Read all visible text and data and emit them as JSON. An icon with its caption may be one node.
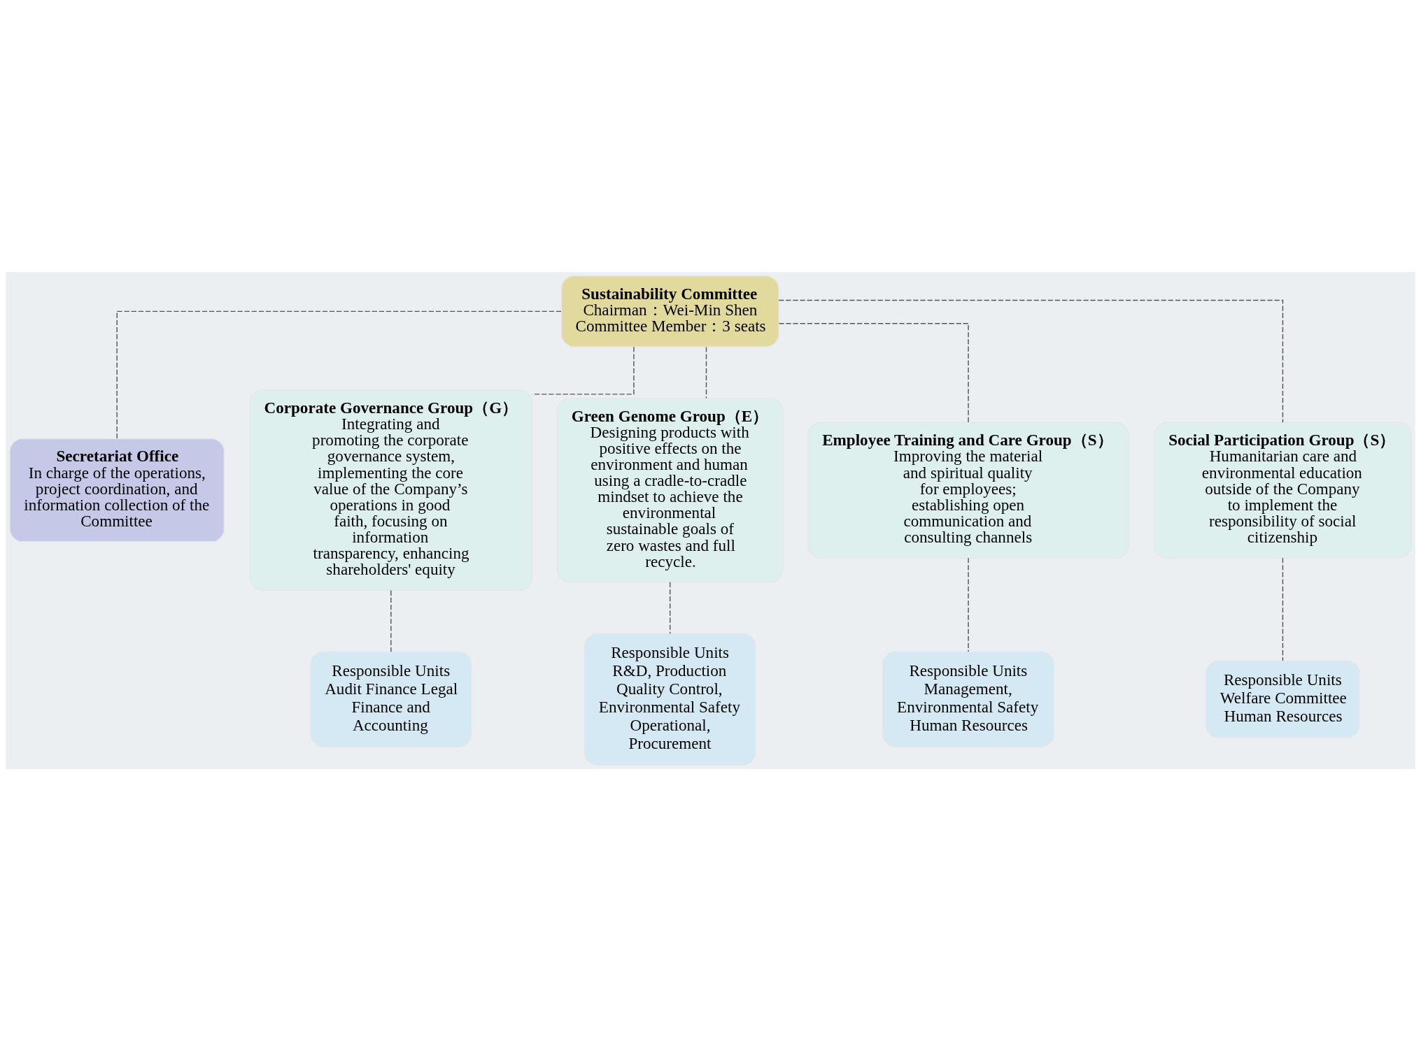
{
  "diagram": {
    "nodes": [
      {
        "text": [
          "Sustainability Committee",
          "Chairman：Wei-Min Shen",
          "Committee Member：3 seats"
        ]
      },
      {
        "text": [
          "Secretariat Office",
          "In charge of the operations, project coordination, and information collection of the Committee"
        ]
      },
      {
        "text": [
          "Corporate Governance Group（G）",
          "Integrating and promoting the corporate governance system, implementing the core value of the Company’s operations in good faith, focusing on information transparency, enhancing shareholders' equity"
        ]
      },
      {
        "text": [
          "Green Genome Group（E）",
          "Designing products with positive effects on the environment and human using a cradle-to-cradle mindset to achieve the environmental sustainable goals of zero wastes and full recycle."
        ]
      },
      {
        "text": [
          "Employee Training and Care Group（S）",
          "Improving the material and spiritual quality for employees; establishing open communication and consulting channels"
        ]
      },
      {
        "text": [
          "Social Participation Group（S）",
          "Humanitarian care and environmental education outside of the Company to implement the responsibility of social citizenship"
        ]
      },
      {
        "text": [
          "Responsible Units",
          "Audit Finance Legal Finance and Accounting"
        ]
      },
      {
        "text": [
          "Responsible Units",
          "R&D, Production Quality Control, Environmental Safety Operational, Procurement"
        ]
      },
      {
        "text": [
          "Responsible Units",
          "Management, Environmental Safety Human Resources"
        ]
      },
      {
        "text": [
          "Responsible Units",
          "Welfare Committee Human Resources"
        ]
      }
    ],
    "edges": [
      {
        "from": 0,
        "to": 1,
        "arrow": "none",
        "style": "dashed"
      },
      {
        "from": 0,
        "to": 2,
        "arrow": "none",
        "style": "dashed"
      },
      {
        "from": 0,
        "to": 3,
        "arrow": "none",
        "style": "dashed"
      },
      {
        "from": 0,
        "to": 4,
        "arrow": "none",
        "style": "dashed"
      },
      {
        "from": 0,
        "to": 5,
        "arrow": "none",
        "style": "dashed"
      },
      {
        "from": 2,
        "to": 6,
        "arrow": "none",
        "style": "dashed"
      },
      {
        "from": 3,
        "to": 7,
        "arrow": "none",
        "style": "dashed"
      },
      {
        "from": 4,
        "to": 8,
        "arrow": "none",
        "style": "dashed"
      },
      {
        "from": 5,
        "to": 9,
        "arrow": "none",
        "style": "dashed"
      }
    ]
  }
}
